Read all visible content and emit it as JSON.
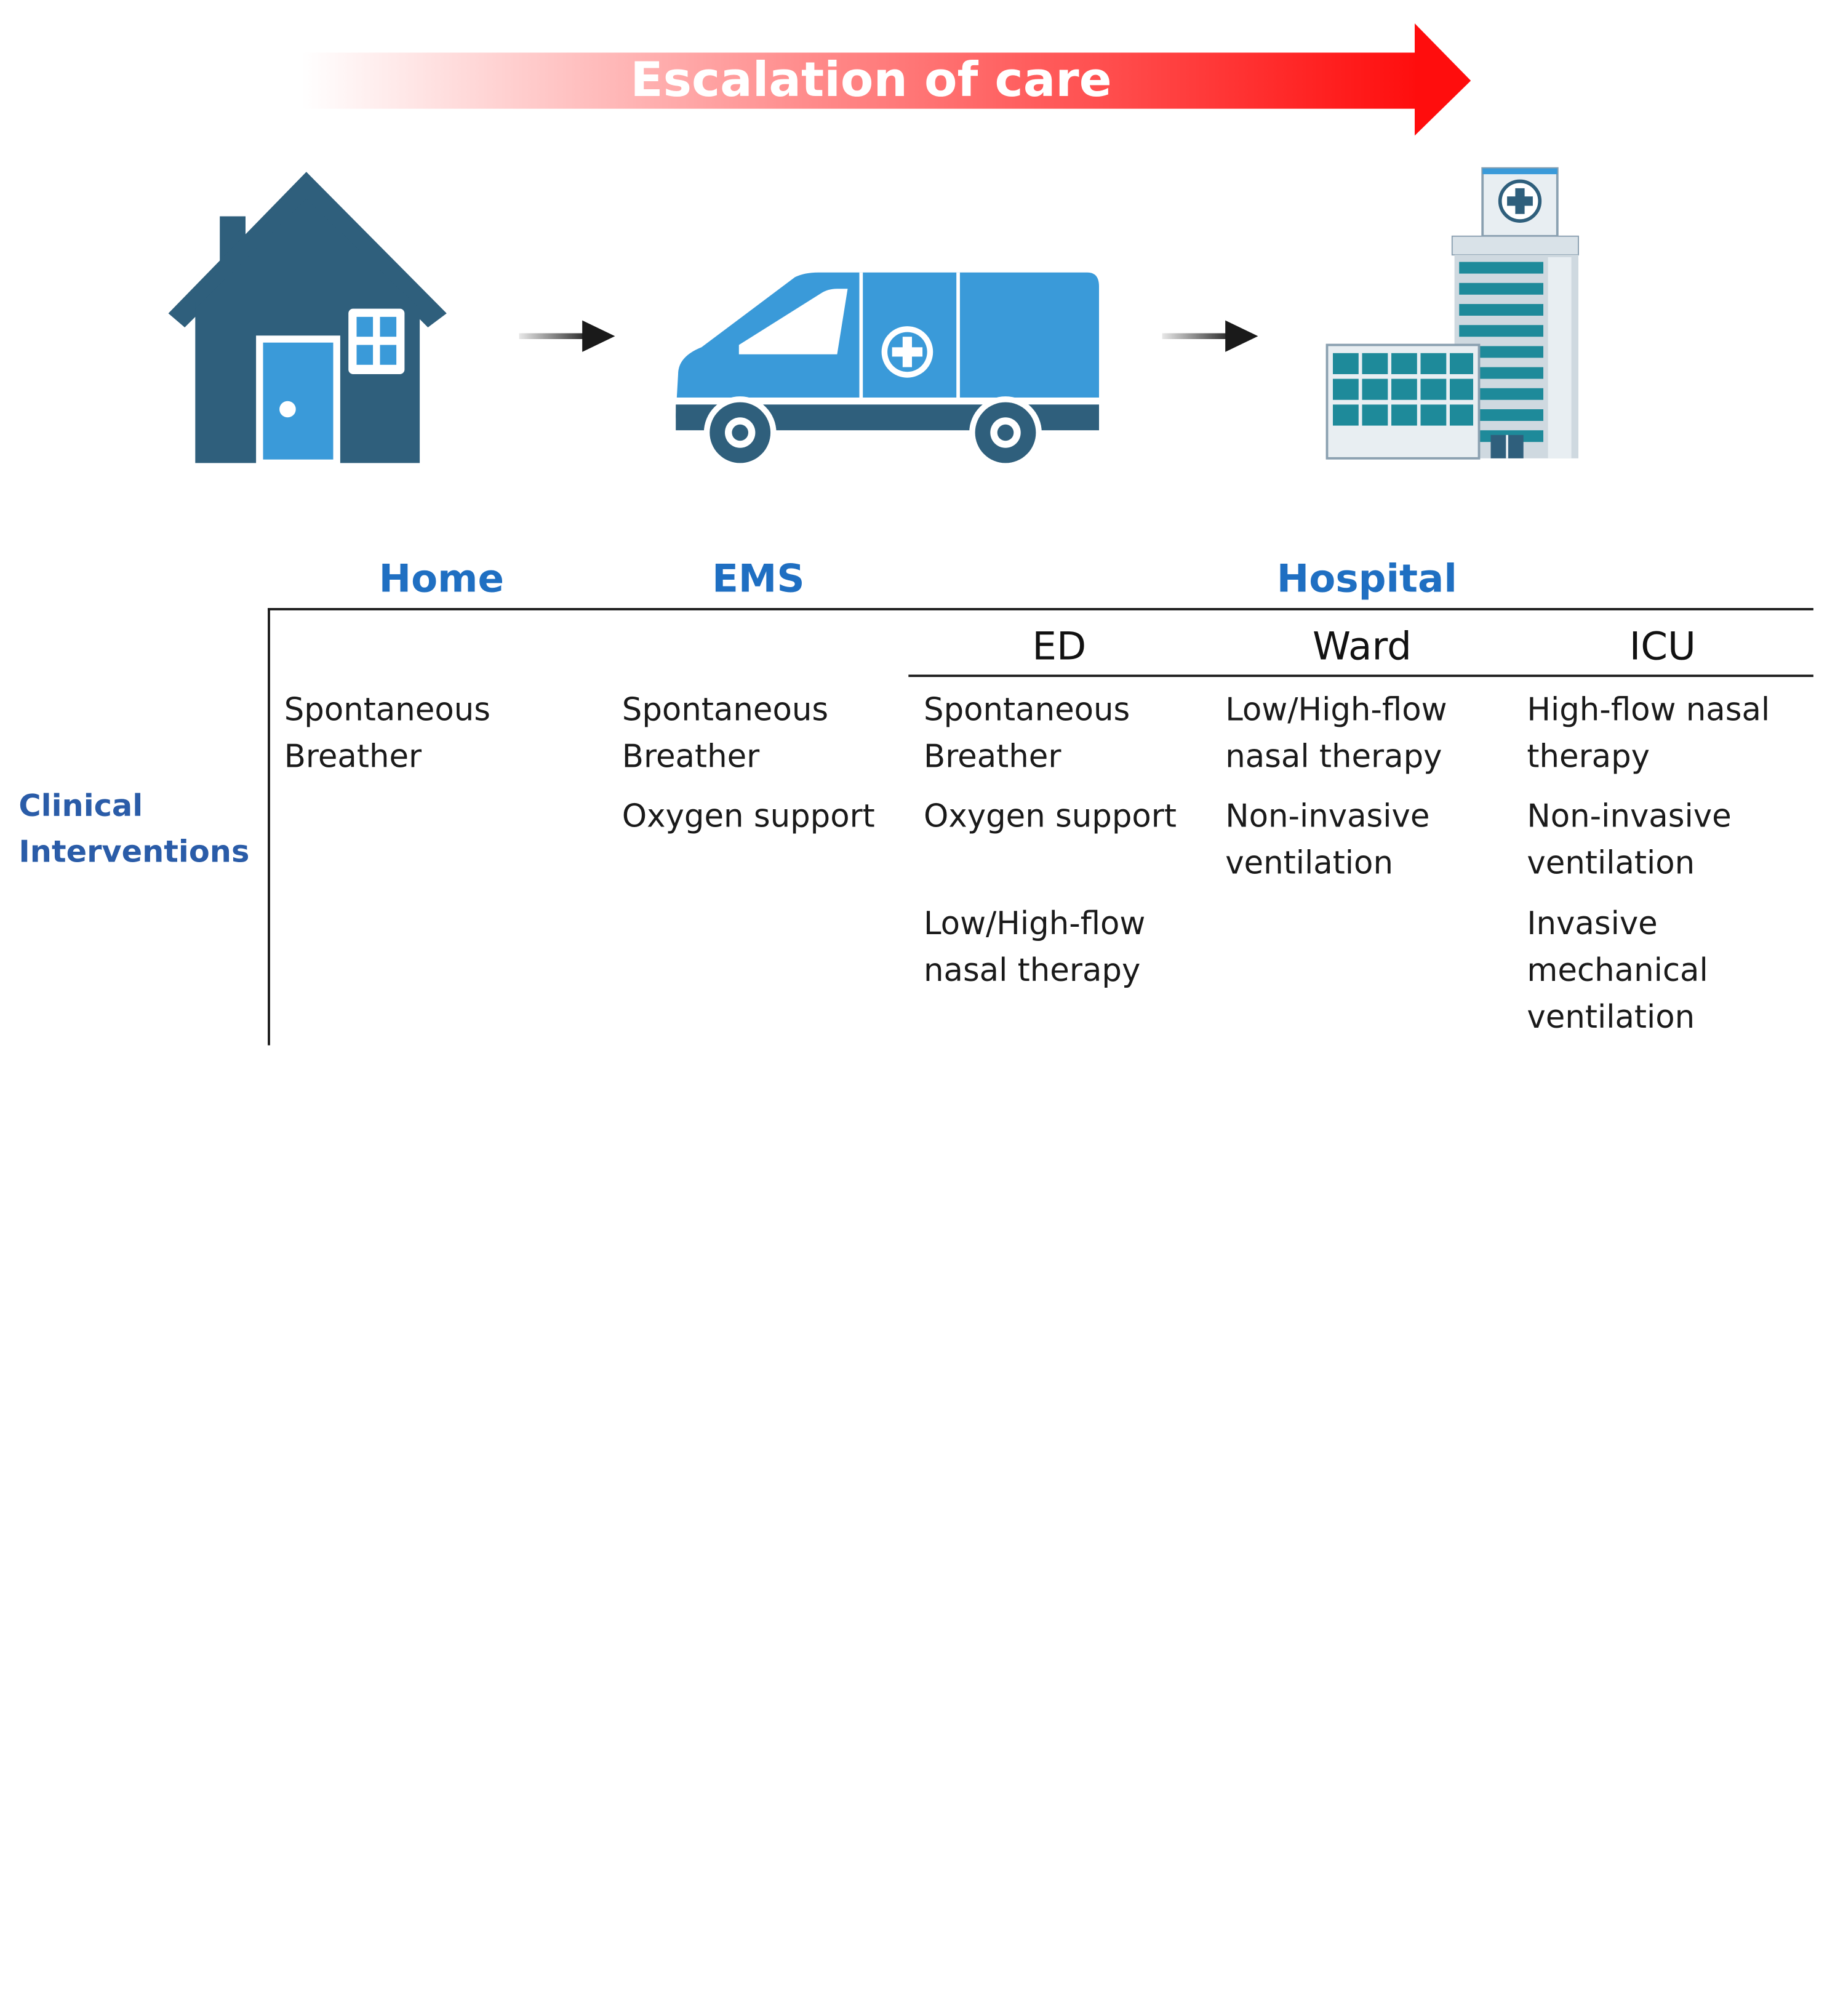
{
  "banner": {
    "label": "Escalation of care",
    "arrow_color": "#ff1a1a"
  },
  "icons": {
    "stage1": "house-icon",
    "stage2": "ambulance-icon",
    "stage3": "hospital-building-icon",
    "connector": "right-arrow-icon",
    "house_color": "#2f5f7c",
    "accent_color": "#3a9ad9"
  },
  "table": {
    "headers": {
      "home": "Home",
      "ems": "EMS",
      "hospital": "Hospital"
    },
    "subheaders": {
      "ed": "ED",
      "ward": "Ward",
      "icu": "ICU"
    },
    "row_label": "Clinical\nInterventions",
    "columns": {
      "home": [
        "Spontaneous\nBreather"
      ],
      "ems": [
        "Spontaneous\nBreather",
        "Oxygen support"
      ],
      "ed": [
        "Spontaneous\nBreather",
        "Oxygen support",
        "Low/High-flow\nnasal therapy"
      ],
      "ward": [
        "Low/High-flow\nnasal therapy",
        "Non-invasive\nventilation"
      ],
      "icu": [
        "High-flow nasal\ntherapy",
        "Non-invasive\nventilation",
        "Invasive\nmechanical\nventilation"
      ]
    },
    "header_color": "#1f6fc2",
    "row_label_color": "#2a5ca8"
  }
}
